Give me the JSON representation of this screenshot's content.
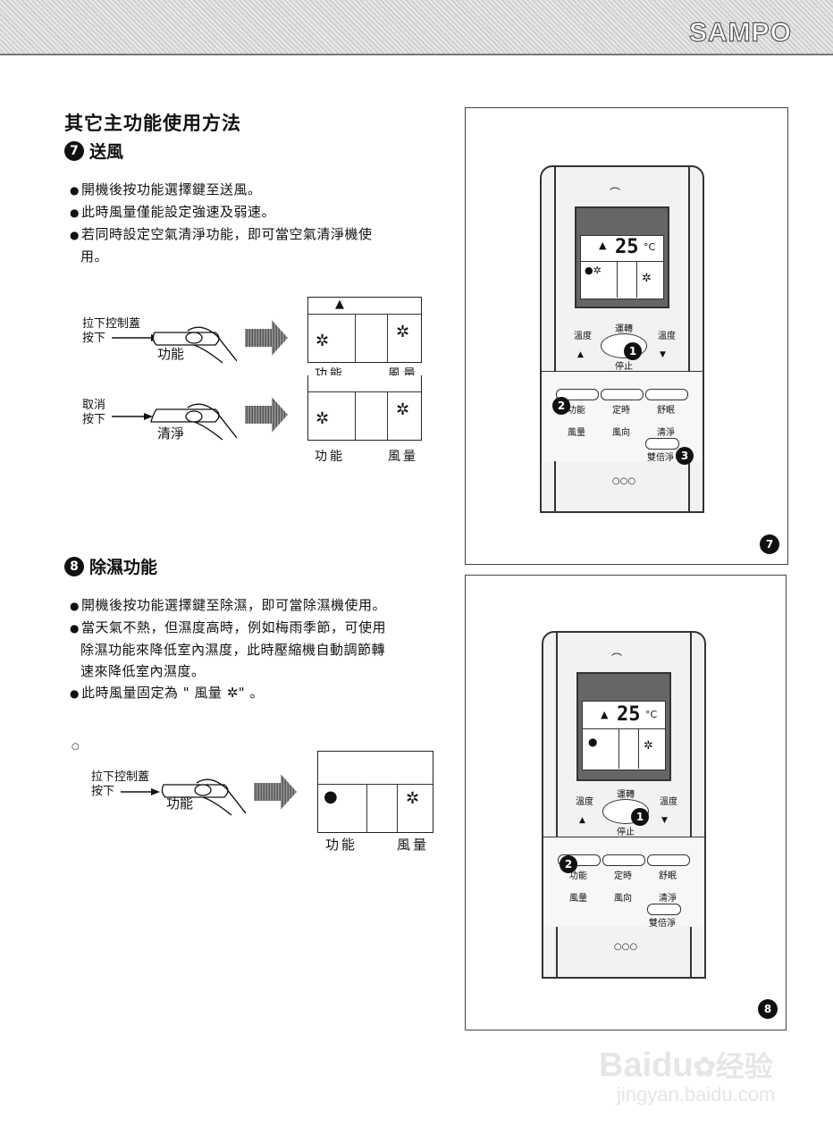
{
  "header": {
    "brand": "SAMPO"
  },
  "page_title": "其它主功能使用方法",
  "section7": {
    "num": "7",
    "title": "送風",
    "bullets": [
      "開機後按功能選擇鍵至送風。",
      "此時風量僅能設定強速及弱速。",
      "若同時設定空氣清淨功能，即可當空氣清淨機使",
      "用。"
    ],
    "diagram1": {
      "label_line1": "拉下控制蓋",
      "label_line2": "按下",
      "button": "功能",
      "lcd_left": "功能",
      "lcd_right": "風量"
    },
    "diagram2": {
      "label_line1": "取消",
      "label_line2": "按下",
      "button": "清淨",
      "lcd_left": "功能",
      "lcd_right": "風量"
    }
  },
  "section8": {
    "num": "8",
    "title": "除濕功能",
    "bullets": [
      "開機後按功能選擇鍵至除濕，即可當除濕機使用。",
      "當天氣不熱，但濕度高時，例如梅雨季節，可使用",
      "除濕功能來降低室內濕度，此時壓縮機自動調節轉",
      "速來降低室內濕度。",
      "此時風量固定為 \" 風量"
    ],
    "bullet_tail": "\" 。",
    "diagram": {
      "label_line1": "拉下控制蓋",
      "label_line2": "按下",
      "button": "功能",
      "lcd_left": "功能",
      "lcd_right": "風量"
    }
  },
  "remote": {
    "temp": "25",
    "unit": "°C",
    "temp_down": "溫度",
    "temp_up": "溫度",
    "power_top": "運轉",
    "power_bottom": "停止",
    "row1": [
      "功能",
      "定時",
      "舒眠"
    ],
    "row2": [
      "風量",
      "風向",
      "清淨"
    ],
    "extra": "雙倍淨",
    "dots": "○○○",
    "callouts": [
      "1",
      "2",
      "3"
    ]
  },
  "figure_badges": [
    "7",
    "8"
  ],
  "watermark": {
    "brand": "Baidu",
    "sub": "经验",
    "url": "jingyan.baidu.com"
  },
  "colors": {
    "ink": "#111111",
    "lcd_frame": "#666666"
  }
}
